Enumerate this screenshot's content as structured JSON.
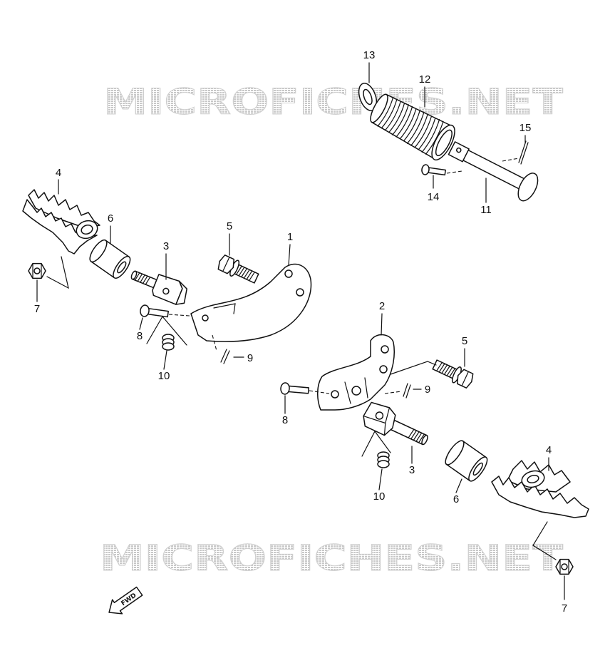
{
  "watermark": [
    "MICROFICHES.NET",
    "MICROFICHES.NET"
  ],
  "fwd_label": "FWD",
  "callouts": [
    "13",
    "12",
    "15",
    "14",
    "11",
    "4",
    "6",
    "5",
    "1",
    "3",
    "7",
    "8",
    "9",
    "10",
    "2",
    "5",
    "9",
    "8",
    "3",
    "10",
    "6",
    "4",
    "7"
  ]
}
